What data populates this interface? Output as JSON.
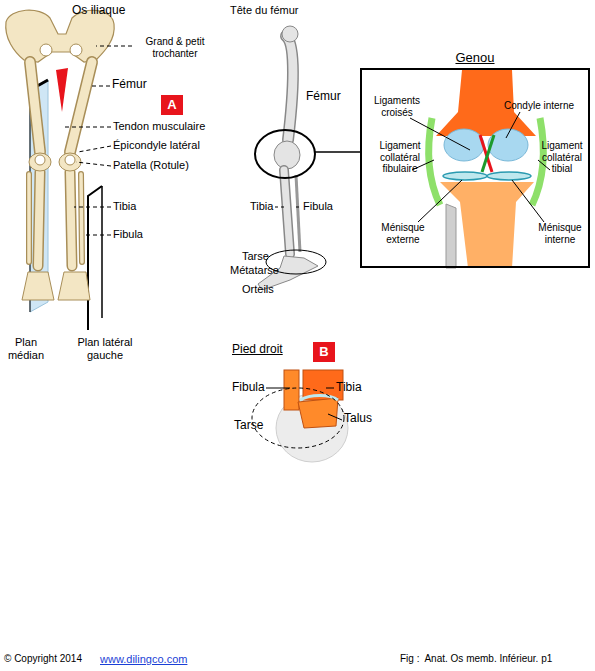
{
  "diagram": {
    "caption": "Fig :  Anat. Os memb. Inférieur. p1",
    "nodes": [
      {
        "text": [
          "Genou"
        ]
      },
      {
        "text": [
          "A"
        ]
      },
      {
        "text": [
          "B"
        ]
      }
    ],
    "labels": [
      "Os iliaque",
      "Grand & petit trochanter",
      "Fémur",
      "Tendon musculaire",
      "Épicondyle latéral",
      "Patella (Rotule)",
      "Tibia",
      "Fibula",
      "Plan médian",
      "Plan latéral gauche",
      "Tête du fémur",
      "Fémur",
      "Tibia",
      "Fibula",
      "Tarse",
      "Métatarse",
      "Orteils",
      "Ligaments croisés",
      "Condyle interne",
      "Ligament collatéral fibulaire",
      "Ligament collatéral tibial",
      "Ménisque externe",
      "Ménisque interne",
      "Pied droit",
      "Fibula",
      "Tibia",
      "Talus",
      "Tarse",
      "© Copyright 2014",
      "www.dilingco.com"
    ]
  }
}
